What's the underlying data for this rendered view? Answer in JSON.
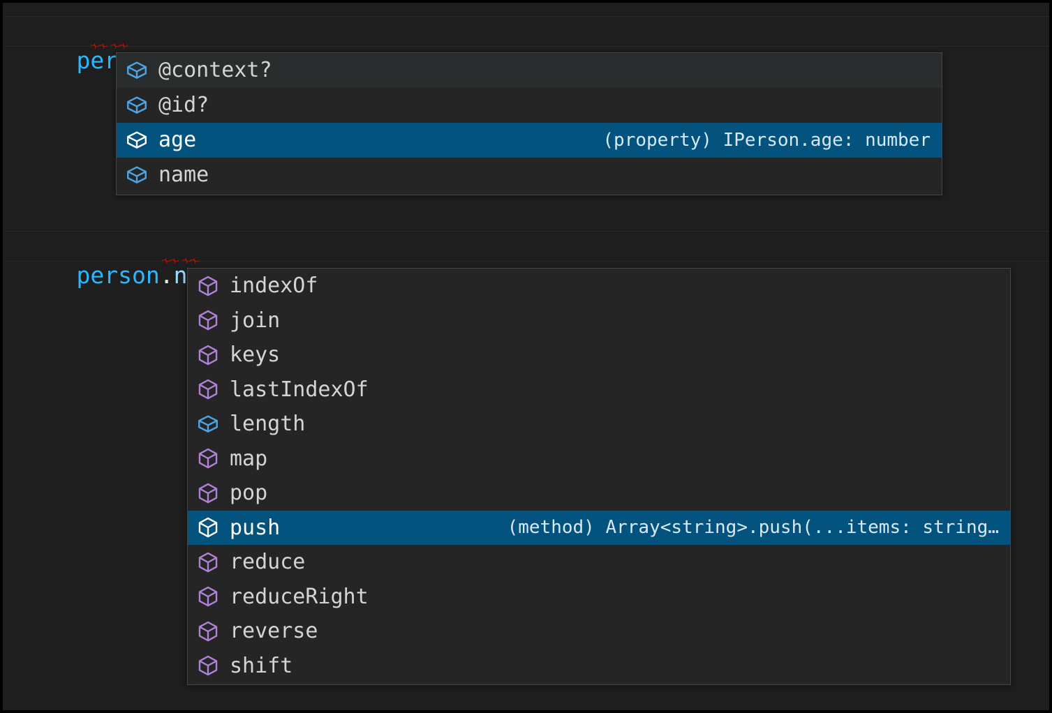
{
  "editor": {
    "theme_background": "#1e1e1e",
    "lines": [
      {
        "segments": [
          {
            "text": "person",
            "kind": "variable"
          },
          {
            "text": ".",
            "kind": "punctuation"
          },
          {
            "text": ";",
            "kind": "punctuation"
          }
        ],
        "full_text": "person.;",
        "has_error": true
      },
      {
        "segments": [
          {
            "text": "person",
            "kind": "variable"
          },
          {
            "text": ".",
            "kind": "punctuation"
          },
          {
            "text": "name",
            "kind": "property"
          },
          {
            "text": ".",
            "kind": "punctuation"
          },
          {
            "text": ";",
            "kind": "punctuation"
          }
        ],
        "full_text": "person.name.;",
        "has_error": true
      }
    ]
  },
  "colors": {
    "variable": "#29b8ff",
    "property": "#9cdcfe",
    "punctuation": "#e8e8e8",
    "selection": "#04527e",
    "hover": "#2a2d2e",
    "widget_background": "#252526",
    "widget_border": "#454545",
    "error_squiggle": "#e51400",
    "icon_property": "#4aa6e8",
    "icon_method": "#b180d7",
    "icon_selected": "#ffffff"
  },
  "suggest_widgets": [
    {
      "id": "person-members",
      "items": [
        {
          "label": "@context?",
          "icon": "property-cube-icon",
          "icon_kind": "property",
          "detail": "",
          "state": "hover"
        },
        {
          "label": "@id?",
          "icon": "property-cube-icon",
          "icon_kind": "property",
          "detail": "",
          "state": "normal"
        },
        {
          "label": "age",
          "icon": "property-cube-icon",
          "icon_kind": "selected",
          "detail": "(property) IPerson.age: number",
          "state": "focused"
        },
        {
          "label": "name",
          "icon": "property-cube-icon",
          "icon_kind": "property",
          "detail": "",
          "state": "normal"
        }
      ]
    },
    {
      "id": "name-members",
      "items": [
        {
          "label": "indexOf",
          "icon": "method-cube-icon",
          "icon_kind": "method",
          "detail": "",
          "state": "normal"
        },
        {
          "label": "join",
          "icon": "method-cube-icon",
          "icon_kind": "method",
          "detail": "",
          "state": "normal"
        },
        {
          "label": "keys",
          "icon": "method-cube-icon",
          "icon_kind": "method",
          "detail": "",
          "state": "normal"
        },
        {
          "label": "lastIndexOf",
          "icon": "method-cube-icon",
          "icon_kind": "method",
          "detail": "",
          "state": "normal"
        },
        {
          "label": "length",
          "icon": "property-cube-icon",
          "icon_kind": "property",
          "detail": "",
          "state": "normal"
        },
        {
          "label": "map",
          "icon": "method-cube-icon",
          "icon_kind": "method",
          "detail": "",
          "state": "normal"
        },
        {
          "label": "pop",
          "icon": "method-cube-icon",
          "icon_kind": "method",
          "detail": "",
          "state": "normal"
        },
        {
          "label": "push",
          "icon": "method-cube-icon",
          "icon_kind": "selected",
          "detail": "(method) Array<string>.push(...items: string…",
          "state": "focused"
        },
        {
          "label": "reduce",
          "icon": "method-cube-icon",
          "icon_kind": "method",
          "detail": "",
          "state": "normal"
        },
        {
          "label": "reduceRight",
          "icon": "method-cube-icon",
          "icon_kind": "method",
          "detail": "",
          "state": "normal"
        },
        {
          "label": "reverse",
          "icon": "method-cube-icon",
          "icon_kind": "method",
          "detail": "",
          "state": "normal"
        },
        {
          "label": "shift",
          "icon": "method-cube-icon",
          "icon_kind": "method",
          "detail": "",
          "state": "normal"
        }
      ]
    }
  ]
}
